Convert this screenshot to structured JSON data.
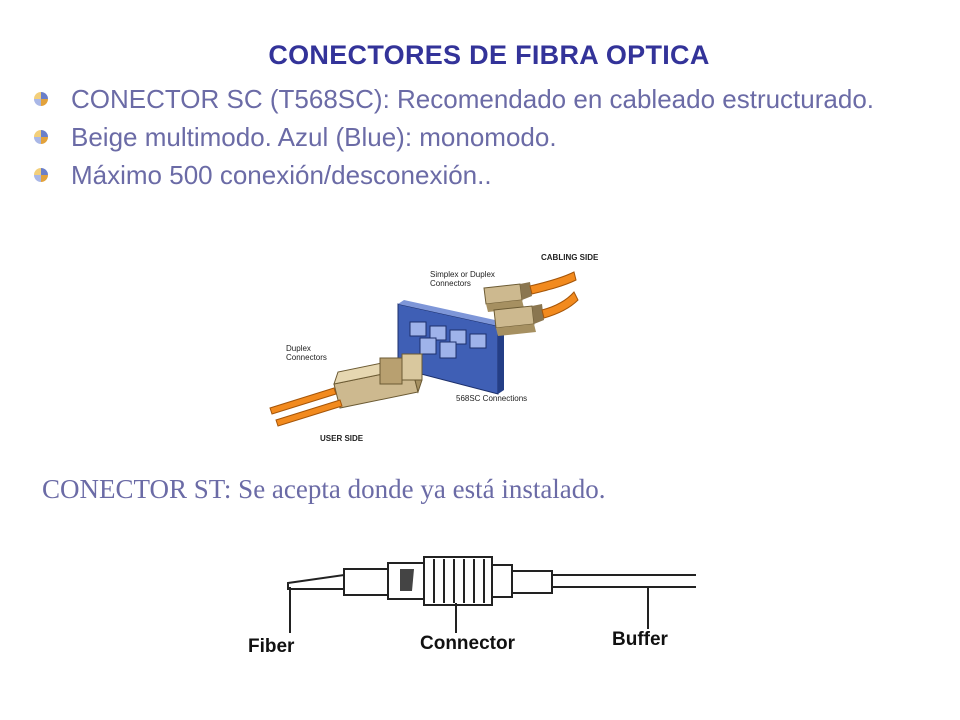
{
  "slide": {
    "title": "CONECTORES DE FIBRA OPTICA",
    "bullets": [
      {
        "text": "CONECTOR SC (T568SC): Recomendado en cableado estructurado.",
        "icon": "bullet-icon"
      },
      {
        "text": "Beige multimodo.  Azul (Blue): monomodo.",
        "icon": "bullet-icon"
      },
      {
        "text": "Máximo 500 conexión/desconexión..",
        "icon": "bullet-icon"
      }
    ],
    "sc_figure": {
      "cabling_side": "CABLING SIDE",
      "simplex_duplex_line1": "Simplex or Duplex",
      "simplex_duplex_line2": "Connectors",
      "duplex_line1": "Duplex",
      "duplex_line2": "Connectors",
      "connections": "568SC Connections",
      "user_side": "USER SIDE"
    },
    "st_caption": "CONECTOR ST: Se acepta donde ya está instalado.",
    "st_figure": {
      "fiber": "Fiber",
      "connector": "Connector",
      "buffer": "Buffer"
    },
    "colors": {
      "title": "#333399",
      "text": "#6b6ba6",
      "panel_blue": "#3f5fb5",
      "fiber_orange": "#f28a1e",
      "connector_beige": "#cdb98f"
    }
  }
}
